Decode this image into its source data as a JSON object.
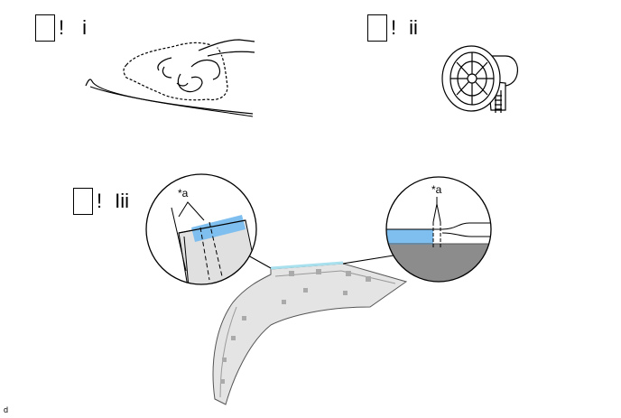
{
  "steps": [
    {
      "mark": "!",
      "label": "i"
    },
    {
      "mark": "!",
      "label": "ii"
    },
    {
      "mark": "!",
      "label": "Iii"
    }
  ],
  "callouts": {
    "left": "*a",
    "right": "*a"
  },
  "figure_code": "d",
  "icons": [
    "cloth-wiping-icon",
    "heat-gun-icon",
    "fender-liner-illustration",
    "magnifier-detail-left",
    "magnifier-detail-right"
  ],
  "colors": {
    "highlight": "#7fbfef",
    "tape_edge": "#a8e0ee",
    "panel_dark": "#8c8c8c",
    "panel_light": "#e4e4e4",
    "line": "#000000"
  }
}
